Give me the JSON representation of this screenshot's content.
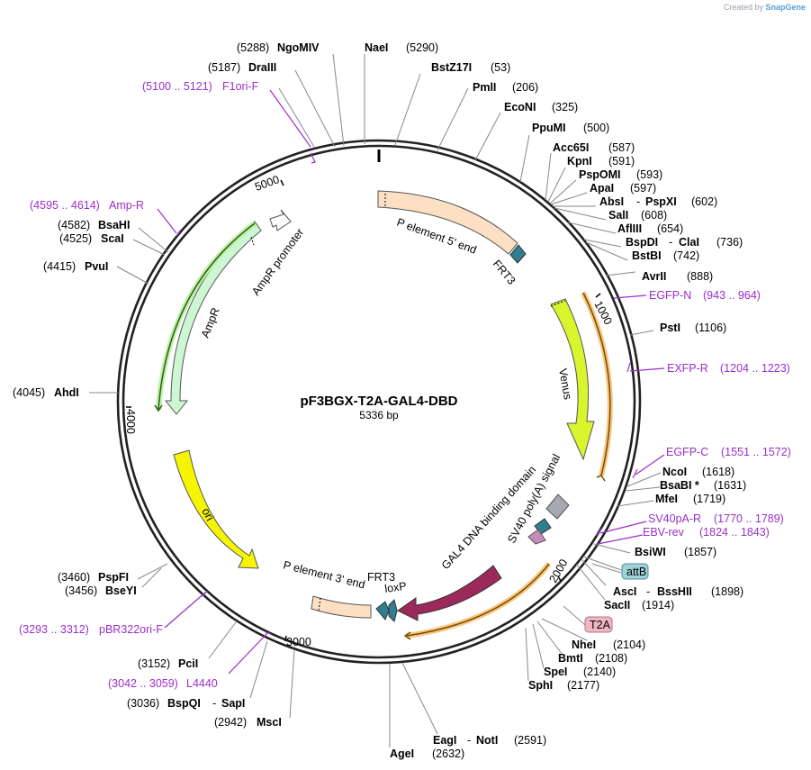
{
  "brand": {
    "created_by": "Created by",
    "name": "SnapGene"
  },
  "map": {
    "name": "pF3BGX-T2A-GAL4-DBD",
    "length": "5336 bp",
    "ticks": [
      "1000",
      "2000",
      "3000",
      "4000",
      "5000"
    ]
  },
  "enzymes": [
    {
      "name": "NgoMIV",
      "pos": "(5288)"
    },
    {
      "name": "NaeI",
      "pos": "(5290)"
    },
    {
      "name": "DraIII",
      "pos": "(5187)"
    },
    {
      "name": "BstZ17I",
      "pos": "(53)"
    },
    {
      "name": "PmlI",
      "pos": "(206)"
    },
    {
      "name": "EcoNI",
      "pos": "(325)"
    },
    {
      "name": "PpuMI",
      "pos": "(500)"
    },
    {
      "name": "Acc65I",
      "pos": "(587)"
    },
    {
      "name": "KpnI",
      "pos": "(591)"
    },
    {
      "name": "PspOMI",
      "pos": "(593)"
    },
    {
      "name": "ApaI",
      "pos": "(597)"
    },
    {
      "name": "AbsI",
      "sep": "-",
      "name2": "PspXI",
      "pos": "(602)"
    },
    {
      "name": "SalI",
      "pos": "(608)"
    },
    {
      "name": "AflIII",
      "pos": "(654)"
    },
    {
      "name": "BspDI",
      "sep": "-",
      "name2": "ClaI",
      "pos": "(736)"
    },
    {
      "name": "BstBI",
      "pos": "(742)"
    },
    {
      "name": "AvrII",
      "pos": "(888)"
    },
    {
      "name": "PstI",
      "pos": "(1106)"
    },
    {
      "name": "NcoI",
      "pos": "(1618)"
    },
    {
      "name": "BsaBI *",
      "pos": "(1631)"
    },
    {
      "name": "MfeI",
      "pos": "(1719)"
    },
    {
      "name": "BsiWI",
      "pos": "(1857)"
    },
    {
      "name": "AscI",
      "sep": "-",
      "name2": "BssHII",
      "pos": "(1898)"
    },
    {
      "name": "SacII",
      "pos": "(1914)"
    },
    {
      "name": "NheI",
      "pos": "(2104)"
    },
    {
      "name": "BmtI",
      "pos": "(2108)"
    },
    {
      "name": "SpeI",
      "pos": "(2140)"
    },
    {
      "name": "SphI",
      "pos": "(2177)"
    },
    {
      "name": "EagI",
      "sep": "-",
      "name2": "NotI",
      "pos": "(2591)"
    },
    {
      "name": "AgeI",
      "pos": "(2632)"
    },
    {
      "name": "MscI",
      "pos": "(2942)"
    },
    {
      "name": "BspQI",
      "sep": "-",
      "name2": "SapI",
      "pos": "(3036)"
    },
    {
      "name": "PciI",
      "pos": "(3152)"
    },
    {
      "name": "PspFI",
      "pos": "(3460)"
    },
    {
      "name": "BseYI",
      "pos": "(3456)"
    },
    {
      "name": "AhdI",
      "pos": "(4045)"
    },
    {
      "name": "PvuI",
      "pos": "(4415)"
    },
    {
      "name": "BsaHI",
      "pos": "(4582)"
    },
    {
      "name": "ScaI",
      "pos": "(4525)"
    }
  ],
  "primers": [
    {
      "name": "F1ori-F",
      "range": "(5100 .. 5121)"
    },
    {
      "name": "Amp-R",
      "range": "(4595 .. 4614)"
    },
    {
      "name": "EGFP-N",
      "range": "(943 .. 964)"
    },
    {
      "name": "EXFP-R",
      "range": "(1204 .. 1223)"
    },
    {
      "name": "EGFP-C",
      "range": "(1551 .. 1572)"
    },
    {
      "name": "SV40pA-R",
      "range": "(1770 .. 1789)"
    },
    {
      "name": "EBV-rev",
      "range": "(1824 .. 1843)"
    },
    {
      "name": "pBR322ori-F",
      "range": "(3293 .. 3312)"
    },
    {
      "name": "L4440",
      "range": "(3042 .. 3059)"
    }
  ],
  "features": [
    {
      "name": "P element 5' end"
    },
    {
      "name": "FRT3"
    },
    {
      "name": "Venus"
    },
    {
      "name": "SV40 poly(A) signal"
    },
    {
      "name": "GAL4 DNA binding domain"
    },
    {
      "name": "FRT3"
    },
    {
      "name": "loxP"
    },
    {
      "name": "P element 3' end"
    },
    {
      "name": "ori"
    },
    {
      "name": "AmpR"
    },
    {
      "name": "AmpR promoter"
    }
  ],
  "boxes": [
    {
      "name": "attB"
    },
    {
      "name": "T2A"
    }
  ],
  "colors": {
    "backbone": "#222222",
    "p_element": "#fde0c3",
    "frt": "#2f7f8f",
    "venus": "#d8f52e",
    "sv40": "#a7a9b1",
    "gal4": "#9b2a5b",
    "loxp": "#2f7f8f",
    "ori": "#f6f500",
    "ampr": "#ccf7d2",
    "primer": "#9a2fc9",
    "attb": "#9fd3da",
    "t2a": "#f1b6c6"
  }
}
